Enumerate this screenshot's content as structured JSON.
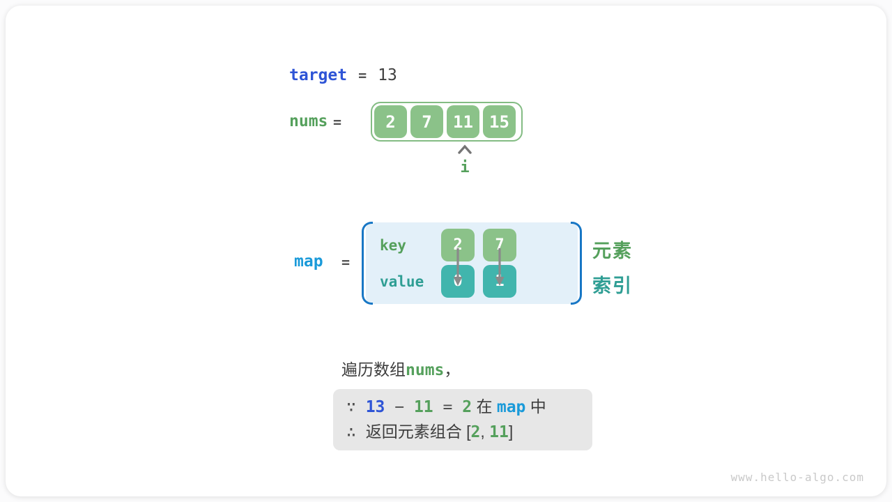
{
  "colors": {
    "code_blue": "#2e54d6",
    "code_cyan": "#1a9ad9",
    "green_text": "#55a05c",
    "teal_text": "#2f9e94",
    "green_box": "#8bc289",
    "teal_box": "#41b5ad",
    "array_border": "#83bc83",
    "map_fill": "#e3f0f9",
    "map_bracket": "#1877c5",
    "dark_text": "#3d3d3d",
    "arrow_gray": "#8a8a8a",
    "note_bg": "#e7e7e7",
    "watermark_gray": "#c9c9c9"
  },
  "target_row": {
    "label": "target",
    "equals": "=",
    "value": "13"
  },
  "nums_row": {
    "label": "nums",
    "equals": "=",
    "cells": [
      "2",
      "7",
      "11",
      "15"
    ],
    "pointer_label": "i",
    "pointer_icon": "arrow-up-icon",
    "pointer_cell_index": 2
  },
  "map_row": {
    "label": "map",
    "equals": "=",
    "key_label": "key",
    "value_label": "value",
    "entries": [
      {
        "key": "2",
        "value": "0"
      },
      {
        "key": "7",
        "value": "1"
      }
    ],
    "element_label": "元素",
    "index_label": "索引"
  },
  "caption_parts": [
    {
      "text": "遍历数组 ",
      "style": "plain"
    },
    {
      "text": "nums",
      "style": "code-green"
    },
    {
      "text": " ，",
      "style": "plain"
    }
  ],
  "note": {
    "line1": [
      {
        "text": "∵ ",
        "style": "dim"
      },
      {
        "text": "13",
        "style": "code-blue"
      },
      {
        "text": " − ",
        "style": "dim"
      },
      {
        "text": "11",
        "style": "code-green"
      },
      {
        "text": " = ",
        "style": "dim"
      },
      {
        "text": "2",
        "style": "code-green"
      },
      {
        "text": " 在 ",
        "style": "plain"
      },
      {
        "text": "map",
        "style": "code-cyan"
      },
      {
        "text": " 中",
        "style": "plain"
      }
    ],
    "line2": [
      {
        "text": "∴ ",
        "style": "dim"
      },
      {
        "text": "返回元素组合 [",
        "style": "plain"
      },
      {
        "text": "2",
        "style": "code-green"
      },
      {
        "text": ", ",
        "style": "plain"
      },
      {
        "text": "11",
        "style": "code-green"
      },
      {
        "text": "]",
        "style": "plain"
      }
    ]
  },
  "watermark": "www.hello-algo.com"
}
